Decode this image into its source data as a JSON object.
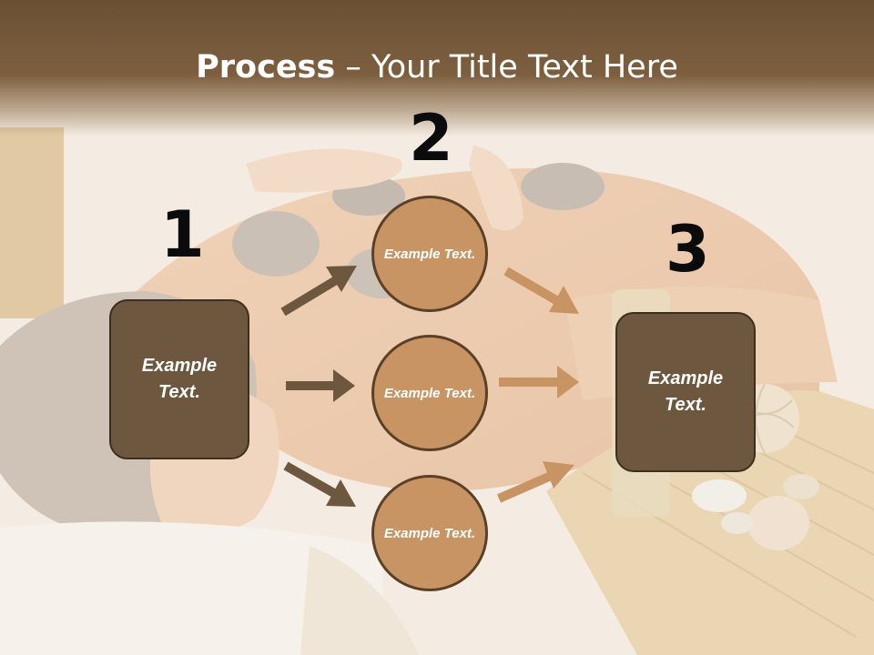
{
  "slide": {
    "title_strong": "Process",
    "title_rest": " – Your Title Text Here"
  },
  "steps": [
    {
      "number": "1",
      "label": "Example Text."
    },
    {
      "number": "2",
      "items": [
        "Example Text.",
        "Example Text.",
        "Example Text."
      ]
    },
    {
      "number": "3",
      "label": "Example Text."
    }
  ],
  "colors": {
    "header": "#6b5034",
    "box_fill": "#6d573e",
    "circle_fill": "#c99463",
    "arrow_dark": "#6d573e",
    "arrow_light": "#c99463"
  }
}
